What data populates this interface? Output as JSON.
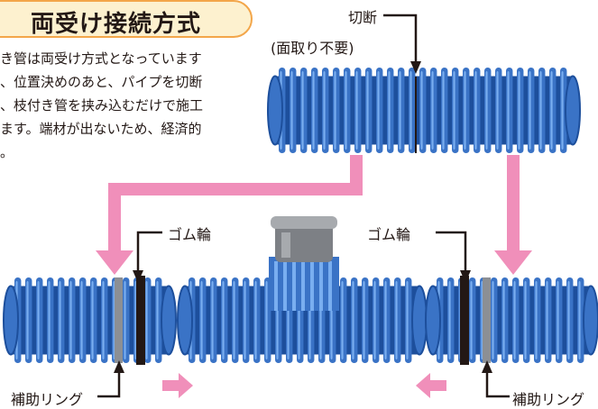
{
  "title": "両受け接続方式",
  "description": [
    "き管は両受け方式となっています",
    "、位置決めのあと、パイプを切断",
    "、枝付き管を挟み込むだけで施工",
    "ます。端材が出ないため、経済的",
    "。"
  ],
  "labels": {
    "cut_line1": "切断",
    "cut_line2": "(面取り不要)",
    "rubber_ring_left": "ゴム輪",
    "rubber_ring_right": "ゴム輪",
    "aux_ring_left": "補助リング",
    "aux_ring_right": "補助リング"
  },
  "colors": {
    "pipe_blue": "#3a73c6",
    "pipe_light": "#79aef0",
    "pipe_dark": "#1d4f9c",
    "arrow_pink": "#f08fba",
    "title_border": "#f3a64a",
    "title_fill": "#fdf1cf",
    "rubber_ring": "#231815",
    "aux_ring": "#8c8f94"
  }
}
